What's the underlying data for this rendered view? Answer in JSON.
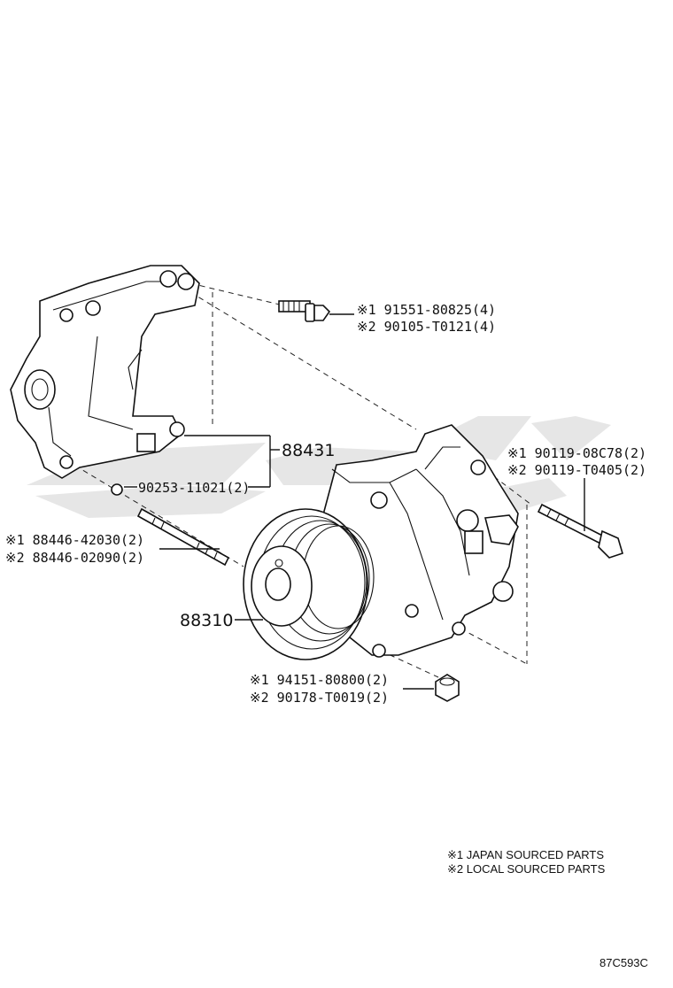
{
  "callouts": {
    "bolt_top_1": "※1 91551-80825(4)",
    "bolt_top_2": "※2 90105-T0121(4)",
    "bracket": "88431",
    "plug": "90253-11021(2)",
    "bolt_right_1": "※1 90119-08C78(2)",
    "bolt_right_2": "※2 90119-T0405(2)",
    "stud_1": "※1 88446-42030(2)",
    "stud_2": "※2 88446-02090(2)",
    "compressor": "88310",
    "nut_1": "※1 94151-80800(2)",
    "nut_2": "※2 90178-T0019(2)"
  },
  "legend": {
    "line1": "※1 JAPAN SOURCED PARTS",
    "line2": "※2 LOCAL SOURCED PARTS"
  },
  "diagram_code": "87C593C"
}
